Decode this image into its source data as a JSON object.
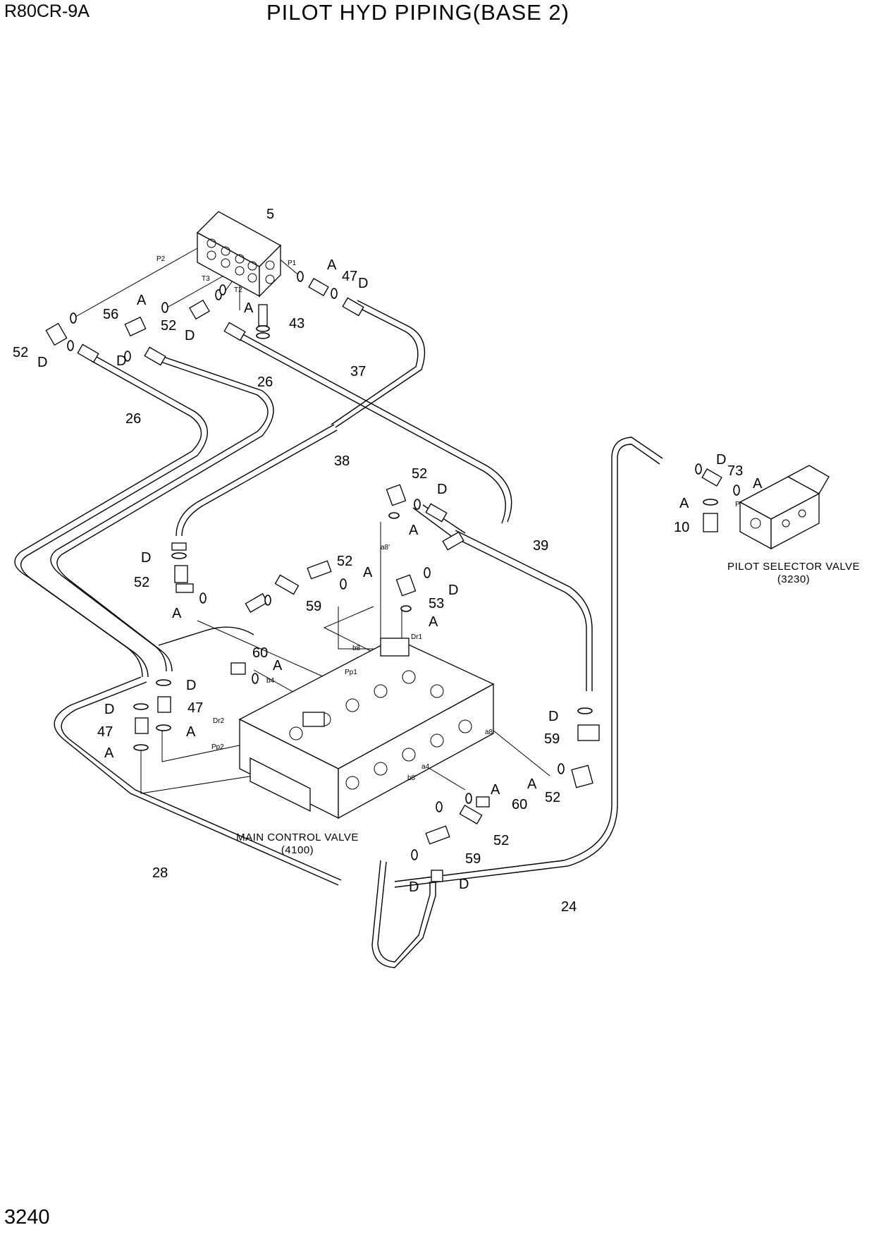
{
  "header": {
    "model": "R80CR-9A",
    "title": "PILOT HYD PIPING(BASE 2)"
  },
  "footer": {
    "page_number": "3240"
  },
  "captions": {
    "pilot_selector": {
      "name": "PILOT SELECTOR VALVE",
      "code": "(3230)"
    },
    "main_control": {
      "name": "MAIN CONTROL VALVE",
      "code": "(4100)"
    }
  },
  "port_labels": [
    "P2",
    "P1",
    "T3",
    "T2",
    "a8'",
    "Dr1",
    "b8",
    "Pp1",
    "b4",
    "Dr2",
    "Pp2",
    "a8",
    "a4",
    "b8'",
    "P"
  ],
  "callouts": [
    "5",
    "A",
    "47",
    "D",
    "A",
    "A",
    "56",
    "52",
    "D",
    "43",
    "52",
    "D",
    "D",
    "37",
    "26",
    "26",
    "38",
    "52",
    "D",
    "A",
    "39",
    "D",
    "52",
    "A",
    "52",
    "A",
    "D",
    "59",
    "53",
    "A",
    "60",
    "A",
    "D",
    "47",
    "A",
    "D",
    "47",
    "A",
    "D",
    "59",
    "A",
    "52",
    "A",
    "60",
    "52",
    "59",
    "D",
    "D",
    "28",
    "24",
    "D",
    "73",
    "A",
    "A",
    "10"
  ]
}
